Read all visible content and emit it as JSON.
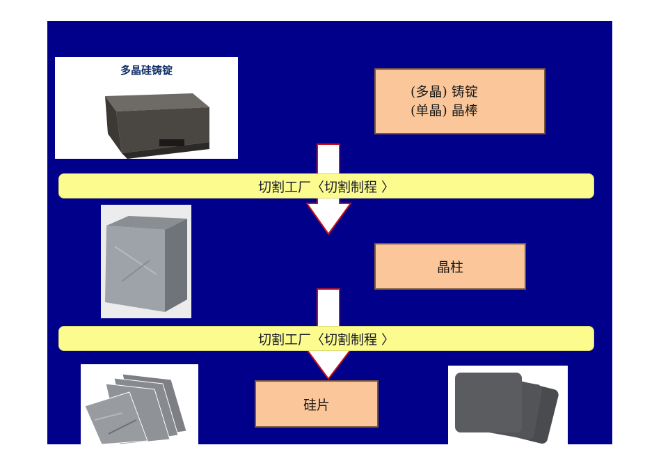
{
  "ingot_photo": {
    "title": "多晶硅铸锭"
  },
  "ingot_box": {
    "line1": "(多晶)  铸锭",
    "line2": "(单晶)  晶棒"
  },
  "band_1": {
    "label": "切割工厂〈切割制程 〉"
  },
  "column_box": {
    "label": "晶柱"
  },
  "band_2": {
    "label": "切割工厂〈切割制程 〉"
  },
  "wafer_box": {
    "label": "硅片"
  },
  "colors": {
    "background": "#00008b",
    "box_fill": "#fbc79a",
    "band_fill": "#fcfc8e",
    "arrow_border": "#c8101a"
  },
  "icons": [
    "down-arrow-icon"
  ]
}
